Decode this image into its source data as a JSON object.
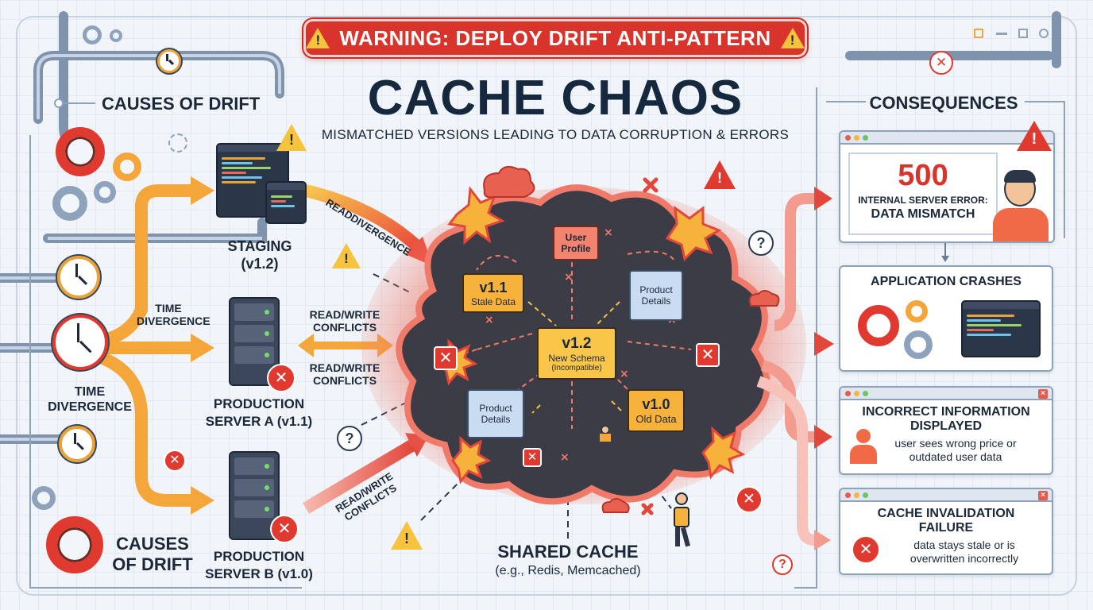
{
  "banner": {
    "text": "WARNING: DEPLOY DRIFT ANTI-PATTERN"
  },
  "title": "CACHE CHAOS",
  "subtitle": "MISMATCHED VERSIONS LEADING TO DATA CORRUPTION & ERRORS",
  "left": {
    "causes_heading": "CAUSES OF DRIFT",
    "causes_bottom": "CAUSES OF DRIFT",
    "time_divergence_small": "TIME DIVERGENCE",
    "time_divergence_clock": "TIME DIVERGENCE"
  },
  "servers": {
    "staging": {
      "name": "STAGING",
      "version": "(v1.2)"
    },
    "prod_a": {
      "name": "PRODUCTION SERVER A (v1.1)"
    },
    "prod_b": {
      "name": "PRODUCTION SERVER B (v1.0)"
    }
  },
  "arrows": {
    "read_divergence": "READDIVERGENCE",
    "conflicts_top": "READ/WRITE CONFLICTS",
    "conflicts_mid": "READ/WRITE CONFLICTS",
    "conflicts_bottom": "READ/WRITE CONFLICTS"
  },
  "cache": {
    "label": "SHARED CACHE",
    "sublabel": "(e.g., Redis, Memcached)",
    "docs": {
      "user_profile": "User Profile",
      "stale_version": "v1.1",
      "stale_text": "Stale Data",
      "product_details_top": "Product Details",
      "new_version": "v1.2",
      "new_text": "New Schema",
      "new_note": "(Incompatible)",
      "product_details_bottom": "Product Details",
      "old_version": "v1.0",
      "old_text": "Old Data"
    }
  },
  "consequences": {
    "heading": "CONSEQUENCES",
    "error_code": "500",
    "error_line1": "INTERNAL SERVER ERROR:",
    "error_line2": "DATA MISMATCH",
    "crashes_title": "APPLICATION CRASHES",
    "incorrect_title": "INCORRECT INFORMATION DISPLAYED",
    "incorrect_text": "user sees wrong price or outdated user data",
    "invalidation_title": "CACHE INVALIDATION FAILURE",
    "invalidation_text": "data stays stale or is overwritten incorrectly"
  },
  "colors": {
    "alert_red": "#d8342c",
    "arrow_orange": "#f4a63a",
    "cloud_dark": "#3a3a42",
    "cloud_glow": "#f07a6a",
    "warning_yellow": "#f7c23c"
  },
  "icons": [
    "warning-icon",
    "gear-icon",
    "clock-icon",
    "server-icon",
    "monitor-icon",
    "error-x-icon",
    "question-icon",
    "explosion-icon",
    "person-icon"
  ]
}
